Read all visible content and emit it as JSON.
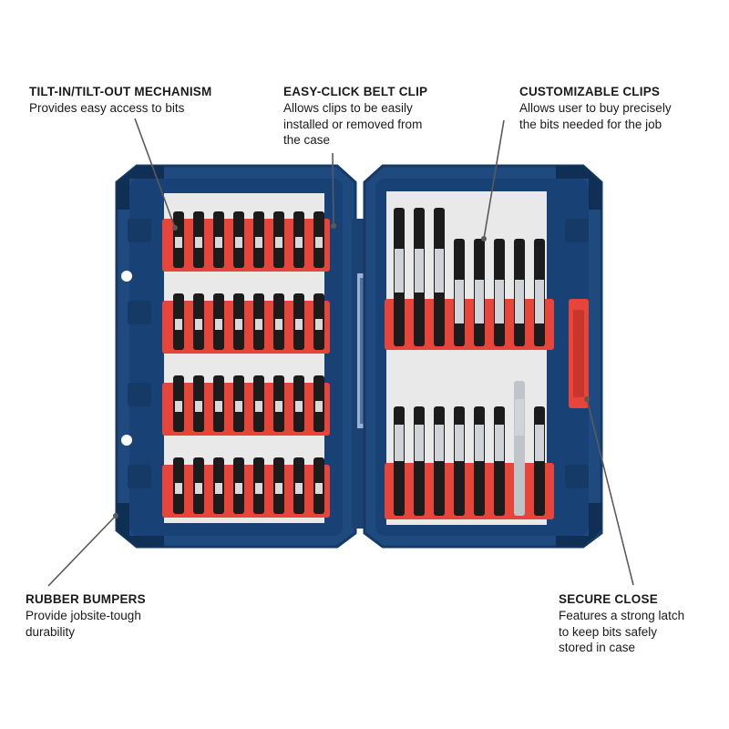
{
  "callouts": {
    "tilt": {
      "title": "TILT-IN/TILT-OUT MECHANISM",
      "desc": "Provides easy access to bits"
    },
    "belt": {
      "title": "EASY-CLICK BELT CLIP",
      "desc": "Allows clips to be easily\ninstalled or removed from\nthe case"
    },
    "clips": {
      "title": "CUSTOMIZABLE CLIPS",
      "desc": "Allows user to buy precisely\nthe bits needed for the job"
    },
    "bumpers": {
      "title": "RUBBER BUMPERS",
      "desc": "Provide jobsite-tough\ndurability"
    },
    "close": {
      "title": "SECURE CLOSE",
      "desc": "Features a strong latch\nto keep bits safely\nstored in case"
    }
  },
  "colors": {
    "case_blue": "#1f4a80",
    "case_dark": "#143a68",
    "clip_red": "#e8453a",
    "bit_black": "#1c1c1c",
    "tray_gray": "#e9e9ea"
  },
  "icons": [
    "bit-set-case",
    "leader-line"
  ]
}
